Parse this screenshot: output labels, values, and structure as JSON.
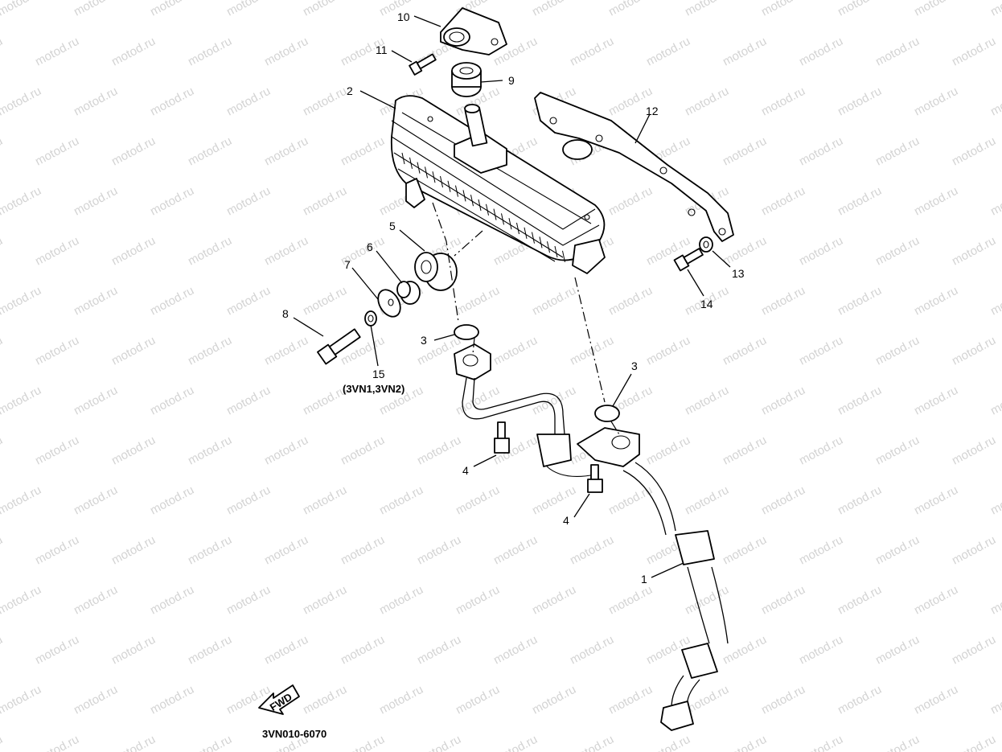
{
  "diagram": {
    "code": "3VN010-6070",
    "fwd_label": "FWD",
    "watermark": "motod.ru",
    "callouts": [
      {
        "id": "c1",
        "text": "1"
      },
      {
        "id": "c2",
        "text": "2"
      },
      {
        "id": "c3a",
        "text": "3"
      },
      {
        "id": "c3b",
        "text": "3"
      },
      {
        "id": "c4a",
        "text": "4"
      },
      {
        "id": "c4b",
        "text": "4"
      },
      {
        "id": "c5",
        "text": "5"
      },
      {
        "id": "c6",
        "text": "6"
      },
      {
        "id": "c7",
        "text": "7"
      },
      {
        "id": "c8",
        "text": "8"
      },
      {
        "id": "c9",
        "text": "9"
      },
      {
        "id": "c10",
        "text": "10"
      },
      {
        "id": "c11",
        "text": "11"
      },
      {
        "id": "c12",
        "text": "12"
      },
      {
        "id": "c13",
        "text": "13"
      },
      {
        "id": "c14",
        "text": "14"
      },
      {
        "id": "c15",
        "text": "15"
      }
    ],
    "model_note": "(3VN1,3VN2)"
  }
}
